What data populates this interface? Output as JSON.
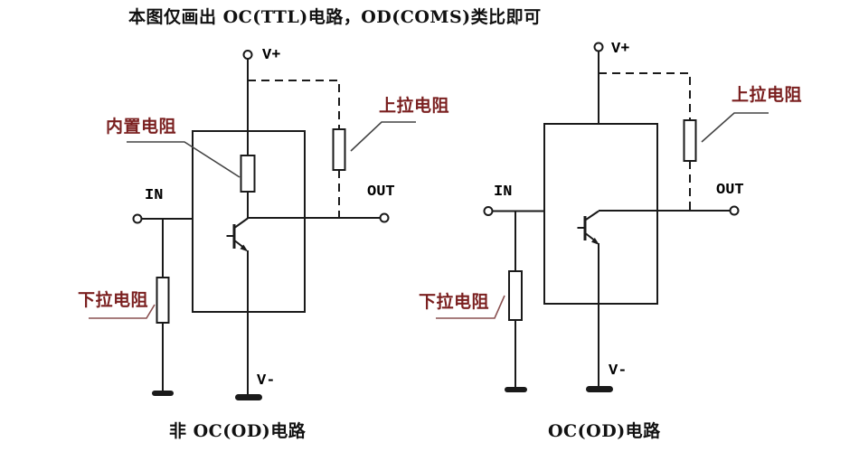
{
  "title": "本图仅画出 OC(TTL)电路，OD(COMS)类比即可",
  "colors": {
    "background": "#ffffff",
    "wire": "#1a1a1a",
    "label_accent": "#7a1f1f",
    "leader_dark": "#444444",
    "leader_red": "#8a5050"
  },
  "left": {
    "caption": "非 OC(OD)电路",
    "power_top": "V+",
    "power_bottom": "V-",
    "input": "IN",
    "output": "OUT",
    "builtin_resistor_label": "内置电阻",
    "pullup_resistor_label": "上拉电阻",
    "pulldown_resistor_label": "下拉电阻"
  },
  "right": {
    "caption": "OC(OD)电路",
    "power_top": "V+",
    "power_bottom": "V-",
    "input": "IN",
    "output": "OUT",
    "pullup_resistor_label": "上拉电阻",
    "pulldown_resistor_label": "下拉电阻"
  }
}
